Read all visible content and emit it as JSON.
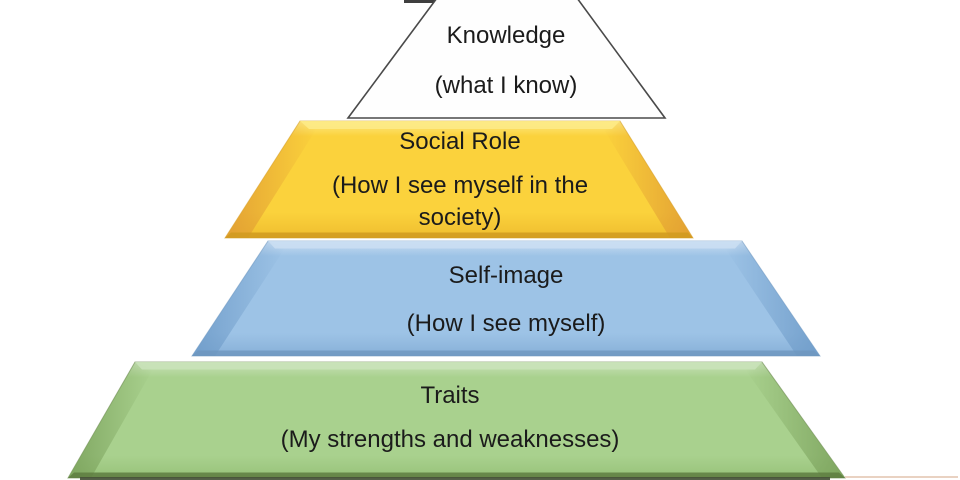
{
  "figure": {
    "type": "pyramid-diagram",
    "background": "#ffffff",
    "text_color": "#1b1b1b",
    "levels": [
      {
        "id": "knowledge",
        "title": "Knowledge",
        "subtitle": "(what I know)",
        "colors": {
          "fill": "#fefefe",
          "edge": "#4a4a4a"
        }
      },
      {
        "id": "social-role",
        "title": "Social Role",
        "subtitle": "(How I see myself in the society)",
        "colors": {
          "highlight": "#fdea86",
          "main": "#fbd23c",
          "lower": "#efbd2f",
          "shadow": "#e29f33",
          "edge": "#d09a20"
        }
      },
      {
        "id": "self-image",
        "title": "Self-image",
        "subtitle": "(How I see myself)",
        "colors": {
          "highlight": "#cadef2",
          "main": "#9dc3e6",
          "lower": "#87b0d8",
          "shadow": "#6f9cc9",
          "edge": "#6e96be"
        }
      },
      {
        "id": "traits",
        "title": "Traits",
        "subtitle": "(My strengths and weaknesses)",
        "colors": {
          "highlight": "#c9e2b9",
          "main": "#a9d18e",
          "lower": "#97c279",
          "shadow": "#7ba25c",
          "edge": "#5e7c41"
        }
      }
    ],
    "cut_offs": {
      "apex_edge_color": "#3f3f3f",
      "bottom_level_edge_color": "#46523a",
      "bottom_right_faint_edge_color": "#e2c4ae"
    }
  }
}
